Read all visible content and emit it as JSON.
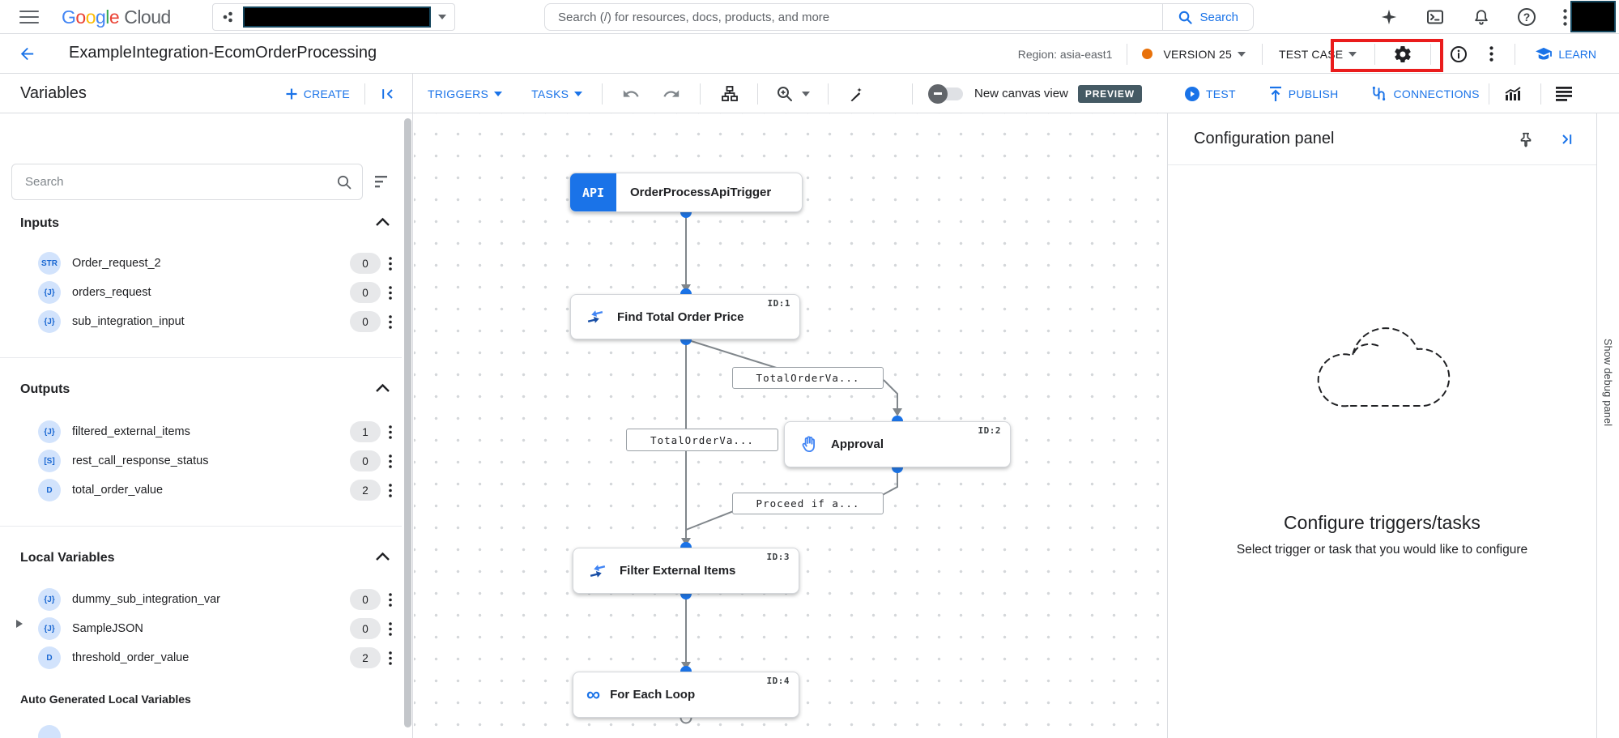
{
  "topbar": {
    "logo_letters": [
      "G",
      "o",
      "o",
      "g",
      "l",
      "e"
    ],
    "logo_cloud": "Cloud",
    "search_placeholder": "Search (/) for resources, docs, products, and more",
    "search_button": "Search",
    "icons": [
      "menu-icon",
      "apps-grid-icon",
      "gemini-sparkle-icon",
      "cloud-shell-icon",
      "notifications-bell-icon",
      "help-icon",
      "more-vert-icon"
    ]
  },
  "header": {
    "title": "ExampleIntegration-EcomOrderProcessing",
    "region": "Region: asia-east1",
    "version_label": "VERSION 25",
    "test_case_label": "TEST CASE",
    "learn_label": "LEARN",
    "icons": [
      "back-arrow-icon",
      "settings-gear-icon",
      "info-icon",
      "more-vert-icon",
      "school-icon"
    ]
  },
  "toolbar": {
    "variables_title": "Variables",
    "create_label": "CREATE",
    "triggers_label": "TRIGGERS",
    "tasks_label": "TASKS",
    "canvas_toggle_label": "New canvas view",
    "preview_badge": "PREVIEW",
    "test_label": "TEST",
    "publish_label": "PUBLISH",
    "connections_label": "CONNECTIONS",
    "icons": [
      "undo-icon",
      "redo-icon",
      "sitemap-icon",
      "zoom-in-icon",
      "magic-pen-icon",
      "play-icon",
      "upload-icon",
      "connections-icon",
      "analytics-chart-icon",
      "log-list-icon",
      "collapse-left-icon"
    ]
  },
  "sidebar": {
    "search_placeholder": "Search",
    "sections": {
      "inputs": {
        "title": "Inputs",
        "items": [
          {
            "type": "STR",
            "name": "Order_request_2",
            "count": "0"
          },
          {
            "type": "{J}",
            "name": "orders_request",
            "count": "0"
          },
          {
            "type": "{J}",
            "name": "sub_integration_input",
            "count": "0"
          }
        ]
      },
      "outputs": {
        "title": "Outputs",
        "items": [
          {
            "type": "{J}",
            "name": "filtered_external_items",
            "count": "1"
          },
          {
            "type": "[S]",
            "name": "rest_call_response_status",
            "count": "0"
          },
          {
            "type": "D",
            "name": "total_order_value",
            "count": "2"
          }
        ]
      },
      "local": {
        "title": "Local Variables",
        "items": [
          {
            "type": "{J}",
            "name": "dummy_sub_integration_var",
            "count": "0"
          },
          {
            "type": "{J}",
            "name": "SampleJSON",
            "count": "0"
          },
          {
            "type": "D",
            "name": "threshold_order_value",
            "count": "2"
          }
        ]
      },
      "auto": {
        "title": "Auto Generated Local Variables"
      }
    }
  },
  "canvas": {
    "nodes": [
      {
        "icon_text": "API",
        "label": "OrderProcessApiTrigger",
        "id": ""
      },
      {
        "label": "Find Total Order Price",
        "id": "ID:1"
      },
      {
        "label": "Approval",
        "id": "ID:2"
      },
      {
        "label": "Filter External Items",
        "id": "ID:3"
      },
      {
        "label": "For Each Loop",
        "id": "ID:4"
      }
    ],
    "edge_labels": [
      "TotalOrderVa...",
      "TotalOrderVa...",
      "Proceed if a..."
    ]
  },
  "config_panel": {
    "title": "Configuration panel",
    "heading": "Configure triggers/tasks",
    "subheading": "Select trigger or task that you would like to configure"
  },
  "debug_strip": {
    "label": "Show debug panel"
  },
  "colors": {
    "accent_blue": "#1a73e8",
    "annotation_red": "#ea1c1c",
    "version_dot_orange": "#e8710a",
    "preview_badge_bg": "#455a64",
    "badge_bg": "#d2e3fc",
    "badge_text": "#1967d2",
    "edge_grey": "#80868b"
  }
}
